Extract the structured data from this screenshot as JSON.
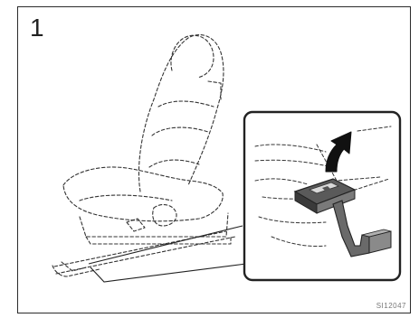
{
  "figure": {
    "step_number": "1",
    "reference_code": "SI12047"
  },
  "icons": {
    "seat": "car-seat-illustration",
    "inset": "magnified-lever-detail",
    "arrow": "pull-up-arrow-icon",
    "lever": "seat-adjust-lever-icon"
  }
}
